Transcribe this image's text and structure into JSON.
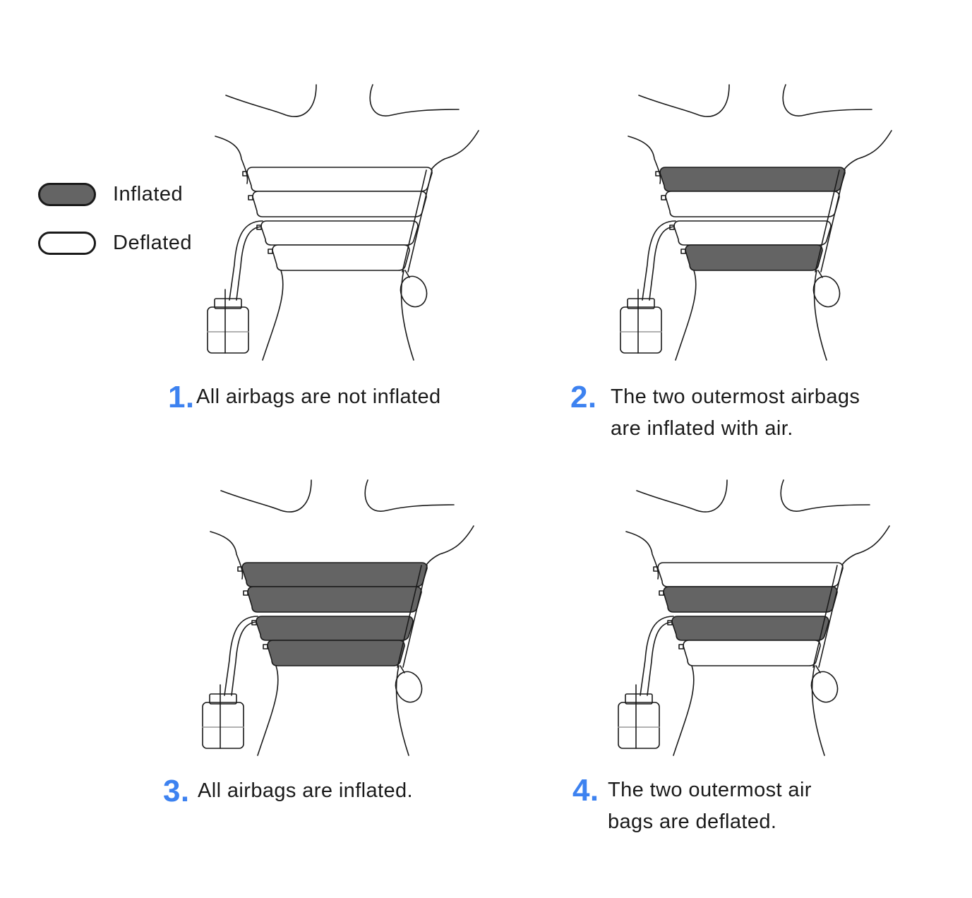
{
  "legend": {
    "inflated_label": "Inflated",
    "deflated_label": "Deflated",
    "inflated_color": "#646464",
    "deflated_color": "#ffffff"
  },
  "accent_color": "#3d82f0",
  "panels": [
    {
      "number": "1.",
      "lines": [
        "All airbags are not inflated"
      ],
      "airbags": [
        false,
        false,
        false,
        false
      ]
    },
    {
      "number": "2.",
      "lines": [
        "The two outermost airbags",
        "are inflated with air."
      ],
      "airbags": [
        true,
        false,
        false,
        true
      ]
    },
    {
      "number": "3.",
      "lines": [
        "All airbags are inflated."
      ],
      "airbags": [
        true,
        true,
        true,
        true
      ]
    },
    {
      "number": "4.",
      "lines": [
        "The two outermost air",
        "bags are deflated."
      ],
      "airbags": [
        false,
        true,
        true,
        false
      ]
    }
  ]
}
